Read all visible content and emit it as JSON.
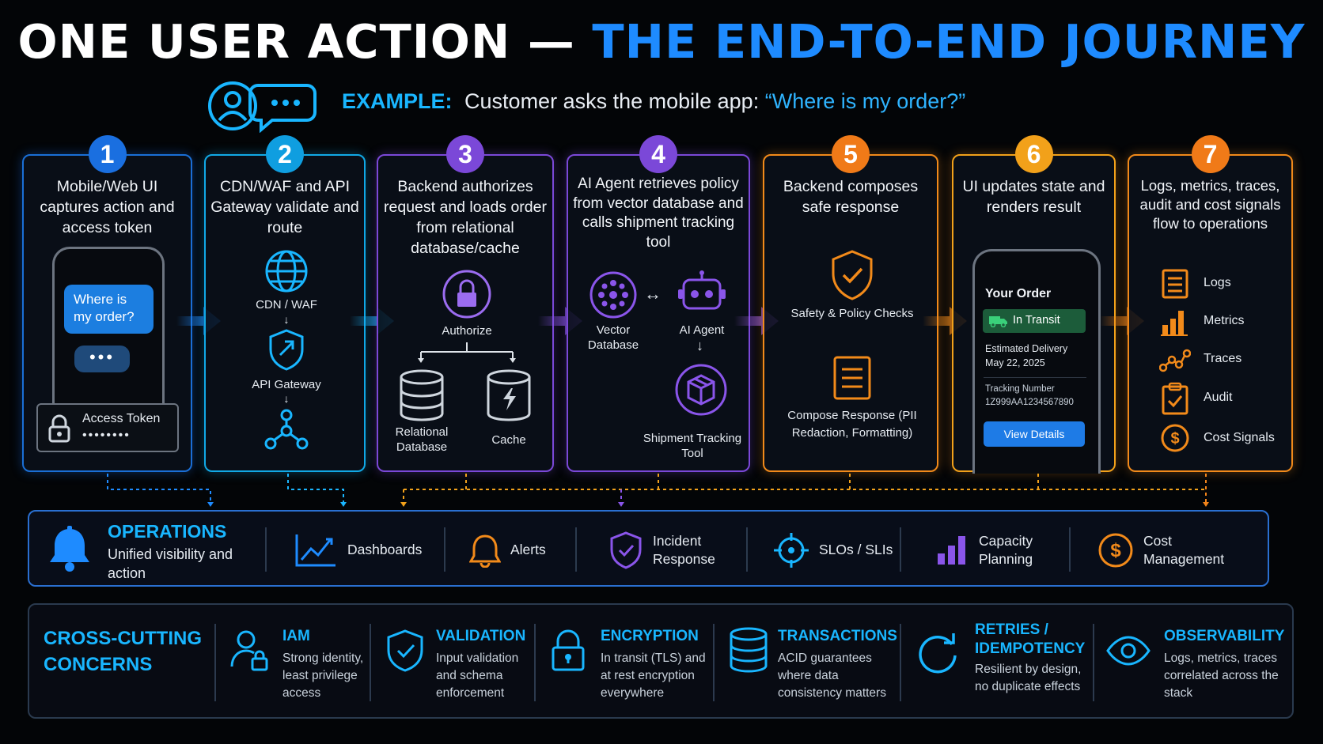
{
  "title": {
    "part1": "ONE USER ACTION —",
    "part2": "THE END-TO-END JOURNEY"
  },
  "example": {
    "label": "EXAMPLE:",
    "text": "Customer asks the mobile app:",
    "quote": "“Where is my order?”"
  },
  "steps": [
    {
      "num": "1",
      "title": "Mobile/Web UI captures action and access token",
      "bubble": "Where is my order?",
      "token_label": "Access Token",
      "token_value": "••••••••"
    },
    {
      "num": "2",
      "title": "CDN/WAF and API Gateway validate and route",
      "cdn": "CDN / WAF",
      "gateway": "API Gateway"
    },
    {
      "num": "3",
      "title": "Backend authorizes request and loads order from relational database/cache",
      "authorize": "Authorize",
      "relational": "Relational Database",
      "cache": "Cache"
    },
    {
      "num": "4",
      "title": "AI Agent retrieves policy from vector database and calls shipment tracking tool",
      "vector": "Vector Database",
      "agent": "AI Agent",
      "tool": "Shipment Tracking Tool"
    },
    {
      "num": "5",
      "title": "Backend composes safe response",
      "safety": "Safety & Policy Checks",
      "compose": "Compose Response (PII Redaction, Formatting)"
    },
    {
      "num": "6",
      "title": "UI updates state and renders result",
      "order_title": "Your Order",
      "status": "In Transit",
      "delivery_label": "Estimated Delivery",
      "delivery_date": "May 22, 2025",
      "tracking_label": "Tracking Number",
      "tracking_number": "1Z999AA1234567890",
      "button": "View Details"
    },
    {
      "num": "7",
      "title": "Logs, metrics, traces, audit and cost signals flow to operations",
      "signals": [
        "Logs",
        "Metrics",
        "Traces",
        "Audit",
        "Cost Signals"
      ]
    }
  ],
  "operations": {
    "heading": "OPERATIONS",
    "sub": "Unified visibility and action",
    "items": [
      "Dashboards",
      "Alerts",
      "Incident Response",
      "SLOs / SLIs",
      "Capacity Planning",
      "Cost Management"
    ]
  },
  "crosscutting": {
    "heading": "CROSS-CUTTING CONCERNS",
    "items": [
      {
        "title": "IAM",
        "desc": "Strong identity, least privilege access"
      },
      {
        "title": "VALIDATION",
        "desc": "Input validation and schema enforcement"
      },
      {
        "title": "ENCRYPTION",
        "desc": "In transit (TLS) and at rest encryption everywhere"
      },
      {
        "title": "TRANSACTIONS",
        "desc": "ACID guarantees where data consistency matters"
      },
      {
        "title": "RETRIES / IDEMPOTENCY",
        "desc": "Resilient by design, no duplicate effects"
      },
      {
        "title": "OBSERVABILITY",
        "desc": "Logs, metrics, traces correlated across the stack"
      }
    ]
  },
  "colors": {
    "blue": "#1e8bff",
    "cyan": "#19b6ff",
    "purple": "#7b48d8",
    "orange": "#f28a1a"
  }
}
